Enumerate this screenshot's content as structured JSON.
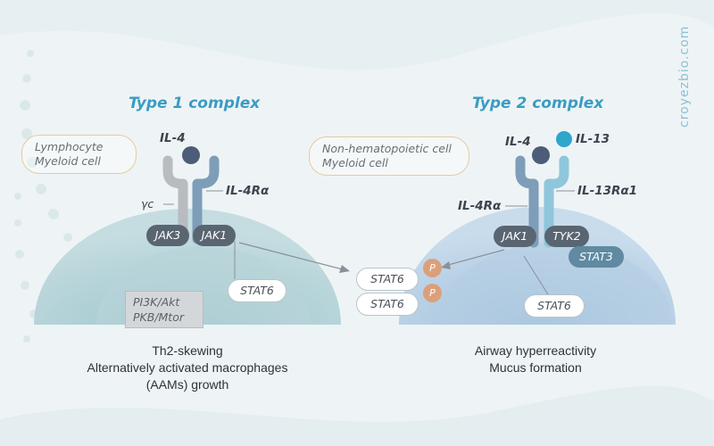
{
  "watermark": "croyezbio.com",
  "type1": {
    "title": "Type 1 complex",
    "cell_types": [
      "Lymphocyte",
      "Myeloid cell"
    ],
    "ligand": "IL-4",
    "chains": {
      "left": "γc",
      "right": "IL-4Rα"
    },
    "kinases": [
      "JAK3",
      "JAK1"
    ],
    "stat": "STAT6",
    "pathway": [
      "PI3K/Akt",
      "PKB/Mtor"
    ],
    "outcome": [
      "Th2-skewing",
      "Alternatively activated macrophages",
      "(AAMs) growth"
    ]
  },
  "type2": {
    "title": "Type 2 complex",
    "cell_types": [
      "Non-hematopoietic cell",
      "Myeloid cell"
    ],
    "ligands": [
      "IL-4",
      "IL-13"
    ],
    "chains": {
      "left": "IL-4Rα",
      "right": "IL-13Rα1"
    },
    "kinases": [
      "JAK1",
      "TYK2"
    ],
    "stat3": "STAT3",
    "stat": "STAT6",
    "outcome": [
      "Airway hyperreactivity",
      "Mucus formation"
    ]
  },
  "center": {
    "stats": [
      "STAT6",
      "STAT6"
    ],
    "phospho": [
      "P",
      "P"
    ]
  },
  "colors": {
    "title": "#3a9cc4",
    "ligand_il4": "#4b5d78",
    "ligand_il13": "#2fa6cc",
    "gc_chain": "#b8bcc0",
    "il4r_chain": "#7e9db8",
    "il13r_chain": "#8fc6dc",
    "kinase": "#5a6572",
    "stat3": "#5f8aa1",
    "phospho": "#dba07a"
  }
}
